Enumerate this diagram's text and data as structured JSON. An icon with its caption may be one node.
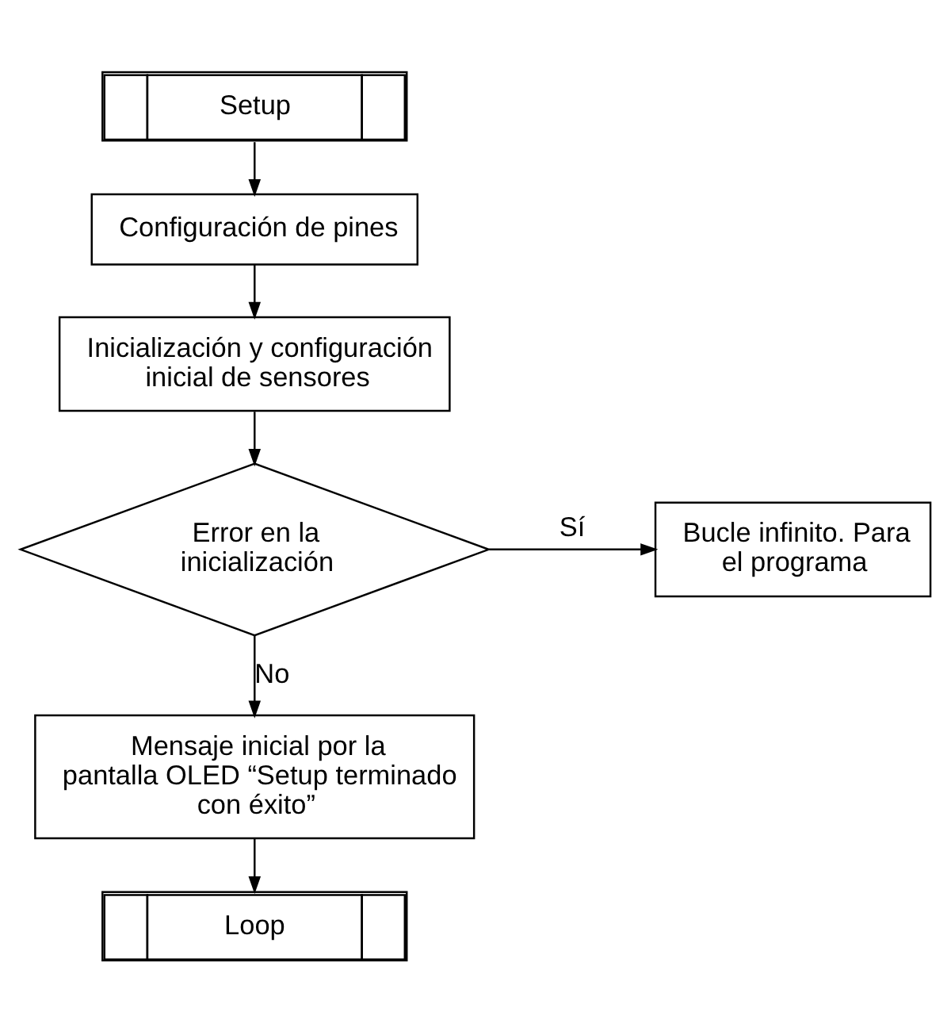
{
  "diagram": {
    "nodes": [
      {
        "text": [
          "Setup"
        ]
      },
      {
        "text": [
          "Configuración de pines"
        ]
      },
      {
        "text": [
          "Inicialización y configuración inicial de sensores"
        ]
      },
      {
        "text": [
          "Error en la inicialización"
        ]
      },
      {
        "text": [
          "Bucle infinito. Para el programa"
        ]
      },
      {
        "text": [
          "Mensaje inicial por la pantalla OLED “Setup terminado con éxito”"
        ]
      },
      {
        "text": [
          "Loop"
        ]
      }
    ],
    "edges": [
      {
        "from": 0,
        "to": 1,
        "arrow": "to"
      },
      {
        "from": 1,
        "to": 2,
        "arrow": "to"
      },
      {
        "from": 2,
        "to": 3,
        "arrow": "to"
      },
      {
        "from": 3,
        "to": 4,
        "arrow": "to",
        "label": "Sí"
      },
      {
        "from": 3,
        "to": 5,
        "arrow": "to",
        "label": "No"
      },
      {
        "from": 5,
        "to": 6,
        "arrow": "to"
      }
    ]
  }
}
